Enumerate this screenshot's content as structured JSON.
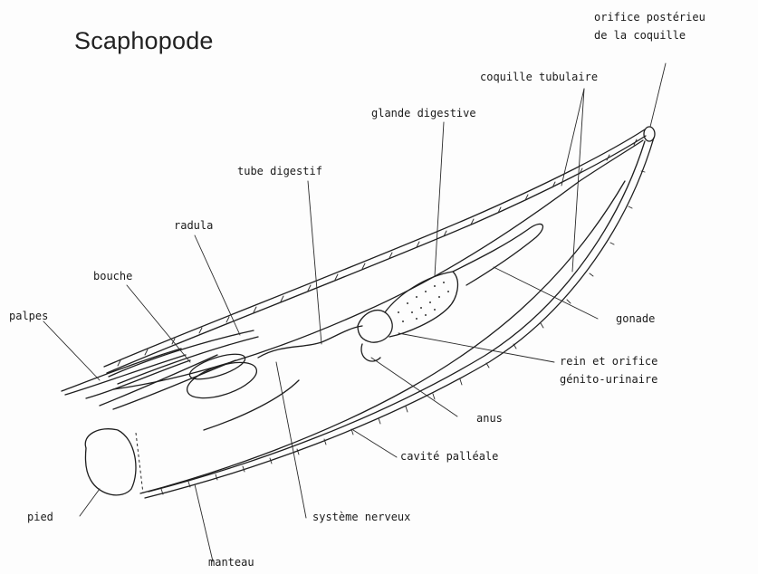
{
  "title": "Scaphopode",
  "labels": {
    "orifice_posterieur_1": "orifice postérieu",
    "orifice_posterieur_2": "de la coquille",
    "coquille_tubulaire": "coquille tubulaire",
    "glande_digestive": "glande digestive",
    "tube_digestif": "tube digestif",
    "radula": "radula",
    "bouche": "bouche",
    "palpes": "palpes",
    "gonade": "gonade",
    "rein_1": "rein et orifice",
    "rein_2": "génito-urinaire",
    "anus": "anus",
    "cavite_palleale": "cavité palléale",
    "pied": "pied",
    "systeme_nerveux": "système nerveux",
    "manteau": "manteau"
  }
}
